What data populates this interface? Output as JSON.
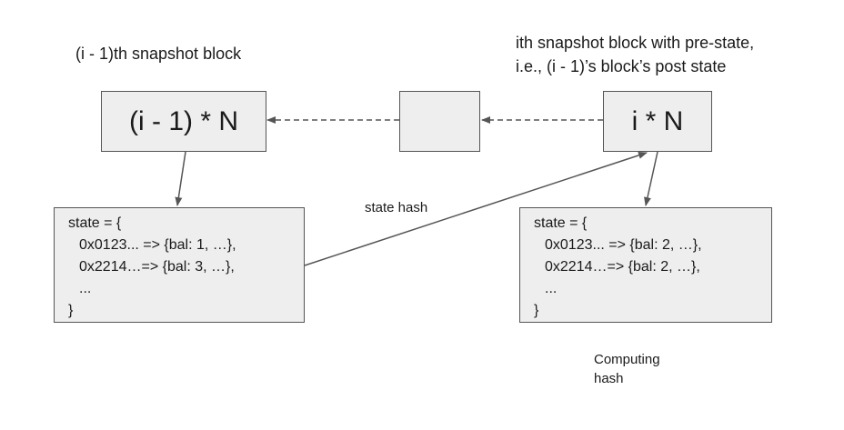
{
  "captions": {
    "prev_block": "(i - 1)th snapshot block",
    "curr_block_line1": "ith snapshot block with pre-state,",
    "curr_block_line2": "i.e., (i - 1)’s block’s post state"
  },
  "blocks": {
    "prev_label": "(i - 1) * N",
    "middle_label": "",
    "curr_label": "i * N"
  },
  "edge_labels": {
    "state_hash": "state hash"
  },
  "state_prev": {
    "lines": [
      "state = {",
      "0x0123... => {bal: 1, …},",
      "0x2214…=> {bal: 3, …},",
      "...",
      "}"
    ]
  },
  "state_curr": {
    "lines": [
      "state = {",
      "0x0123... => {bal: 2, …},",
      "0x2214…=> {bal: 2, …},",
      "...",
      "}"
    ]
  },
  "notes": {
    "computing_line1": "Computing",
    "computing_line2": "hash"
  },
  "colors": {
    "box_fill": "#eeeeee",
    "box_border": "#555555",
    "arrow": "#555555"
  }
}
